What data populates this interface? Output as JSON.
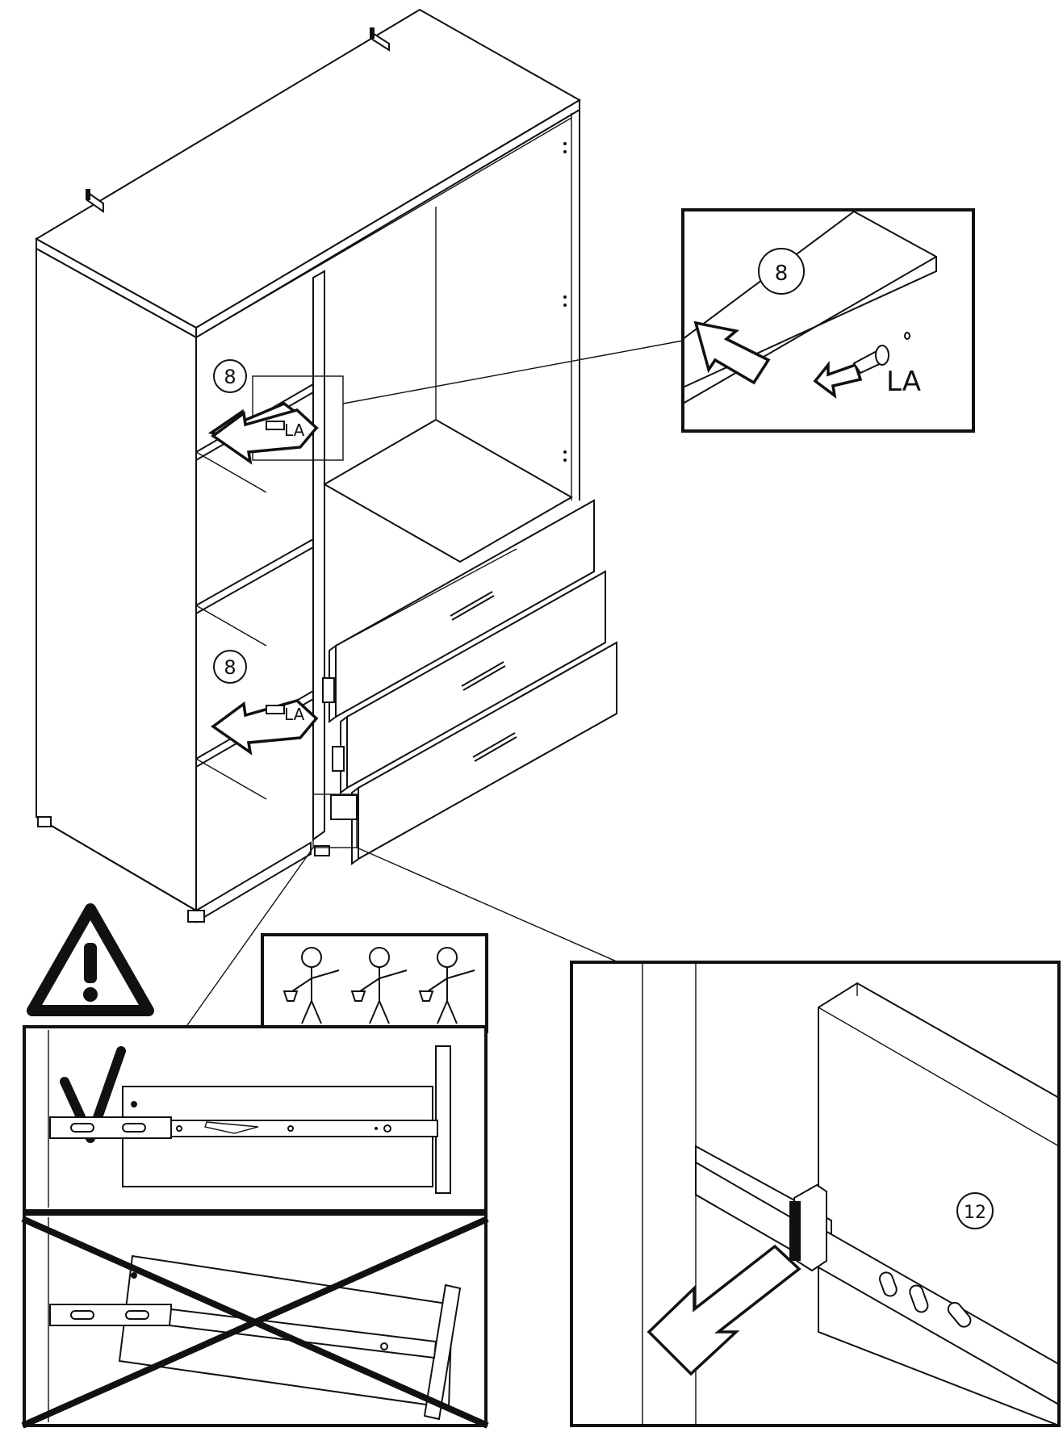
{
  "callouts": {
    "upper_shelf_number": "8",
    "lower_shelf_number": "8",
    "upper_shelf_part": "LA",
    "lower_shelf_part": "LA",
    "zoom_shelf_number": "8",
    "zoom_shelf_part": "LA",
    "zoom_runner_number": "12"
  },
  "icons": {
    "warning": "warning-triangle-icon",
    "persons": "three-persons-carrying-icon",
    "correct": "checkmark-icon",
    "wrong": "cross-x-icon"
  },
  "colors": {
    "ink": "#111111",
    "paper": "#ffffff"
  }
}
